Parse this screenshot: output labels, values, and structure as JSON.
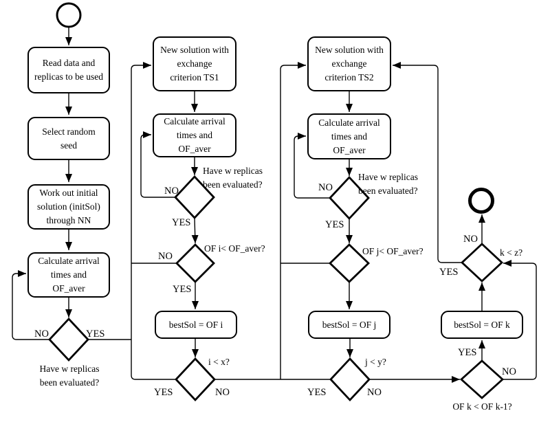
{
  "diagram": {
    "type": "flowchart",
    "background_color": "#ffffff",
    "line_color": "#000000",
    "nodes": {
      "read_data": {
        "label": "Read data and\nreplicas to be used"
      },
      "select_seed": {
        "label": "Select random\nseed"
      },
      "initial_solution": {
        "label": "Work out initial\nsolution (initSol)\nthrough NN"
      },
      "calc_arrival_1": {
        "label": "Calculate arrival\ntimes and\nOF_aver"
      },
      "new_solution_ts1": {
        "label": "New solution with\nexchange\ncriterion TS1"
      },
      "calc_arrival_2": {
        "label": "Calculate arrival\ntimes and\nOF_aver"
      },
      "best_sol_i": {
        "label": "bestSol = OF i"
      },
      "new_solution_ts2": {
        "label": "New solution with\nexchange\ncriterion TS2"
      },
      "calc_arrival_3": {
        "label": "Calculate arrival\ntimes and\nOF_aver"
      },
      "best_sol_j": {
        "label": "bestSol = OF j"
      },
      "best_sol_k": {
        "label": "bestSol = OF k"
      }
    },
    "decisions": {
      "w_replicas_1": {
        "question": "Have w replicas\nbeen evaluated?",
        "no": "NO",
        "yes": "YES"
      },
      "w_replicas_2": {
        "question": "Have w replicas\nbeen evaluated?",
        "no": "NO",
        "yes": "YES"
      },
      "of_i": {
        "question": "OF i< OF_aver?",
        "no": "NO",
        "yes": "YES"
      },
      "i_x": {
        "question": "i < x?",
        "yes": "YES",
        "no": "NO"
      },
      "w_replicas_3": {
        "question": "Have w replicas\nbeen evaluated?",
        "no": "NO",
        "yes": "YES"
      },
      "of_j": {
        "question": "OF j< OF_aver?"
      },
      "j_y": {
        "question": "j < y?",
        "yes": "YES",
        "no": "NO"
      },
      "k_z": {
        "question": "k < z?",
        "no": "NO",
        "yes": "YES"
      },
      "of_k": {
        "question": "OF k < OF k-1?",
        "yes": "YES",
        "no": "NO"
      }
    }
  }
}
